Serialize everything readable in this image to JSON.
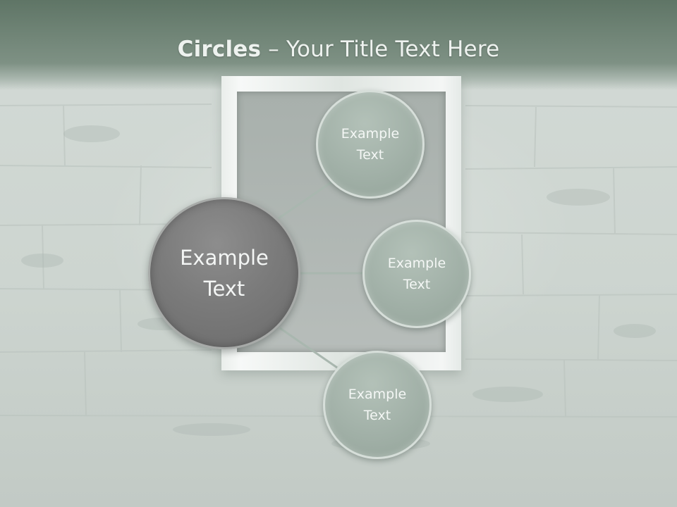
{
  "slide": {
    "title_bold": "Circles",
    "title_rest": " – Your Title Text Here"
  },
  "diagram": {
    "center": {
      "label": "Example\nText"
    },
    "satellites": [
      {
        "label": "Example\nText"
      },
      {
        "label": "Example\nText"
      },
      {
        "label": "Example\nText"
      }
    ]
  },
  "colors": {
    "header": "#6f8476",
    "center_circle": "#7b7b7b",
    "satellite_circle": "#a3b2a9",
    "connector": "#a9b7af",
    "text": "#f3f5f4"
  }
}
